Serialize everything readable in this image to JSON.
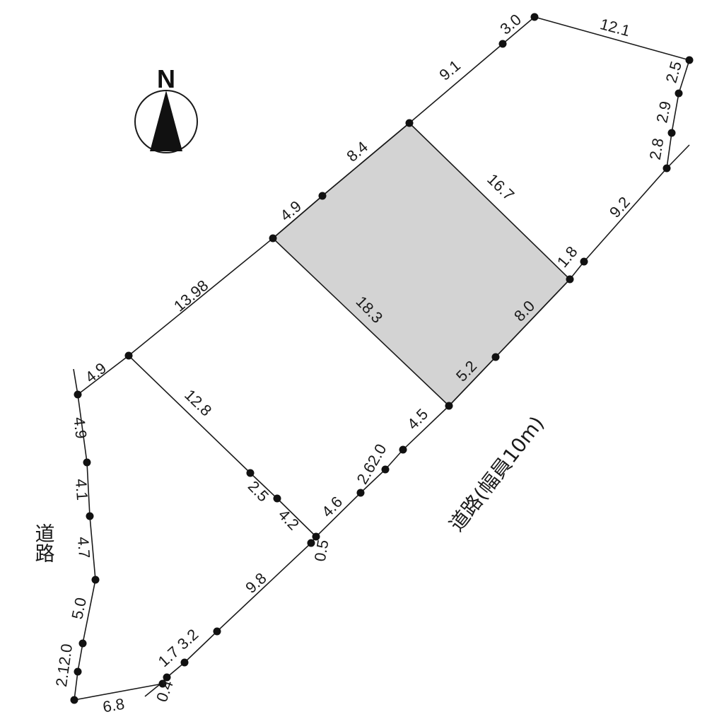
{
  "compass": {
    "letter": "N"
  },
  "roads": {
    "side": "道路",
    "front": "道路(幅員10m)"
  },
  "labels": {
    "top_3_0": "3.0",
    "top_12_1": "12.1",
    "top_9_1": "9.1",
    "right_2_5": "2.5",
    "right_2_9": "2.9",
    "right_2_8": "2.8",
    "lot_8_4": "8.4",
    "lot_4_9": "4.9",
    "lot_16_7": "16.7",
    "lot_18_3": "18.3",
    "lot_8_0": "8.0",
    "lot_5_2": "5.2",
    "right_9_2": "9.2",
    "right_1_8": "1.8",
    "left_13_98": "13.98",
    "left_4_9": "4.9",
    "mid_12_8": "12.8",
    "mid_2_5": "2.5",
    "mid_4_2": "4.2",
    "front_4_5": "4.5",
    "front_2_6_2_0": "2.62.0",
    "front_4_6": "4.6",
    "front_0_5": "0.5",
    "low_9_8": "9.8",
    "low_1_7_3_2": "1.7 3.2",
    "low_0_4": "0.4",
    "side_4_9": "4.9",
    "side_4_1": "4.1",
    "side_4_7": "4.7",
    "side_5_0": "5.0",
    "side_2_1_2_0": "2.12.0",
    "bottom_6_8": "6.8"
  },
  "colors": {
    "lot_fill": "#d3d3d3",
    "line": "#1a1a1a"
  }
}
